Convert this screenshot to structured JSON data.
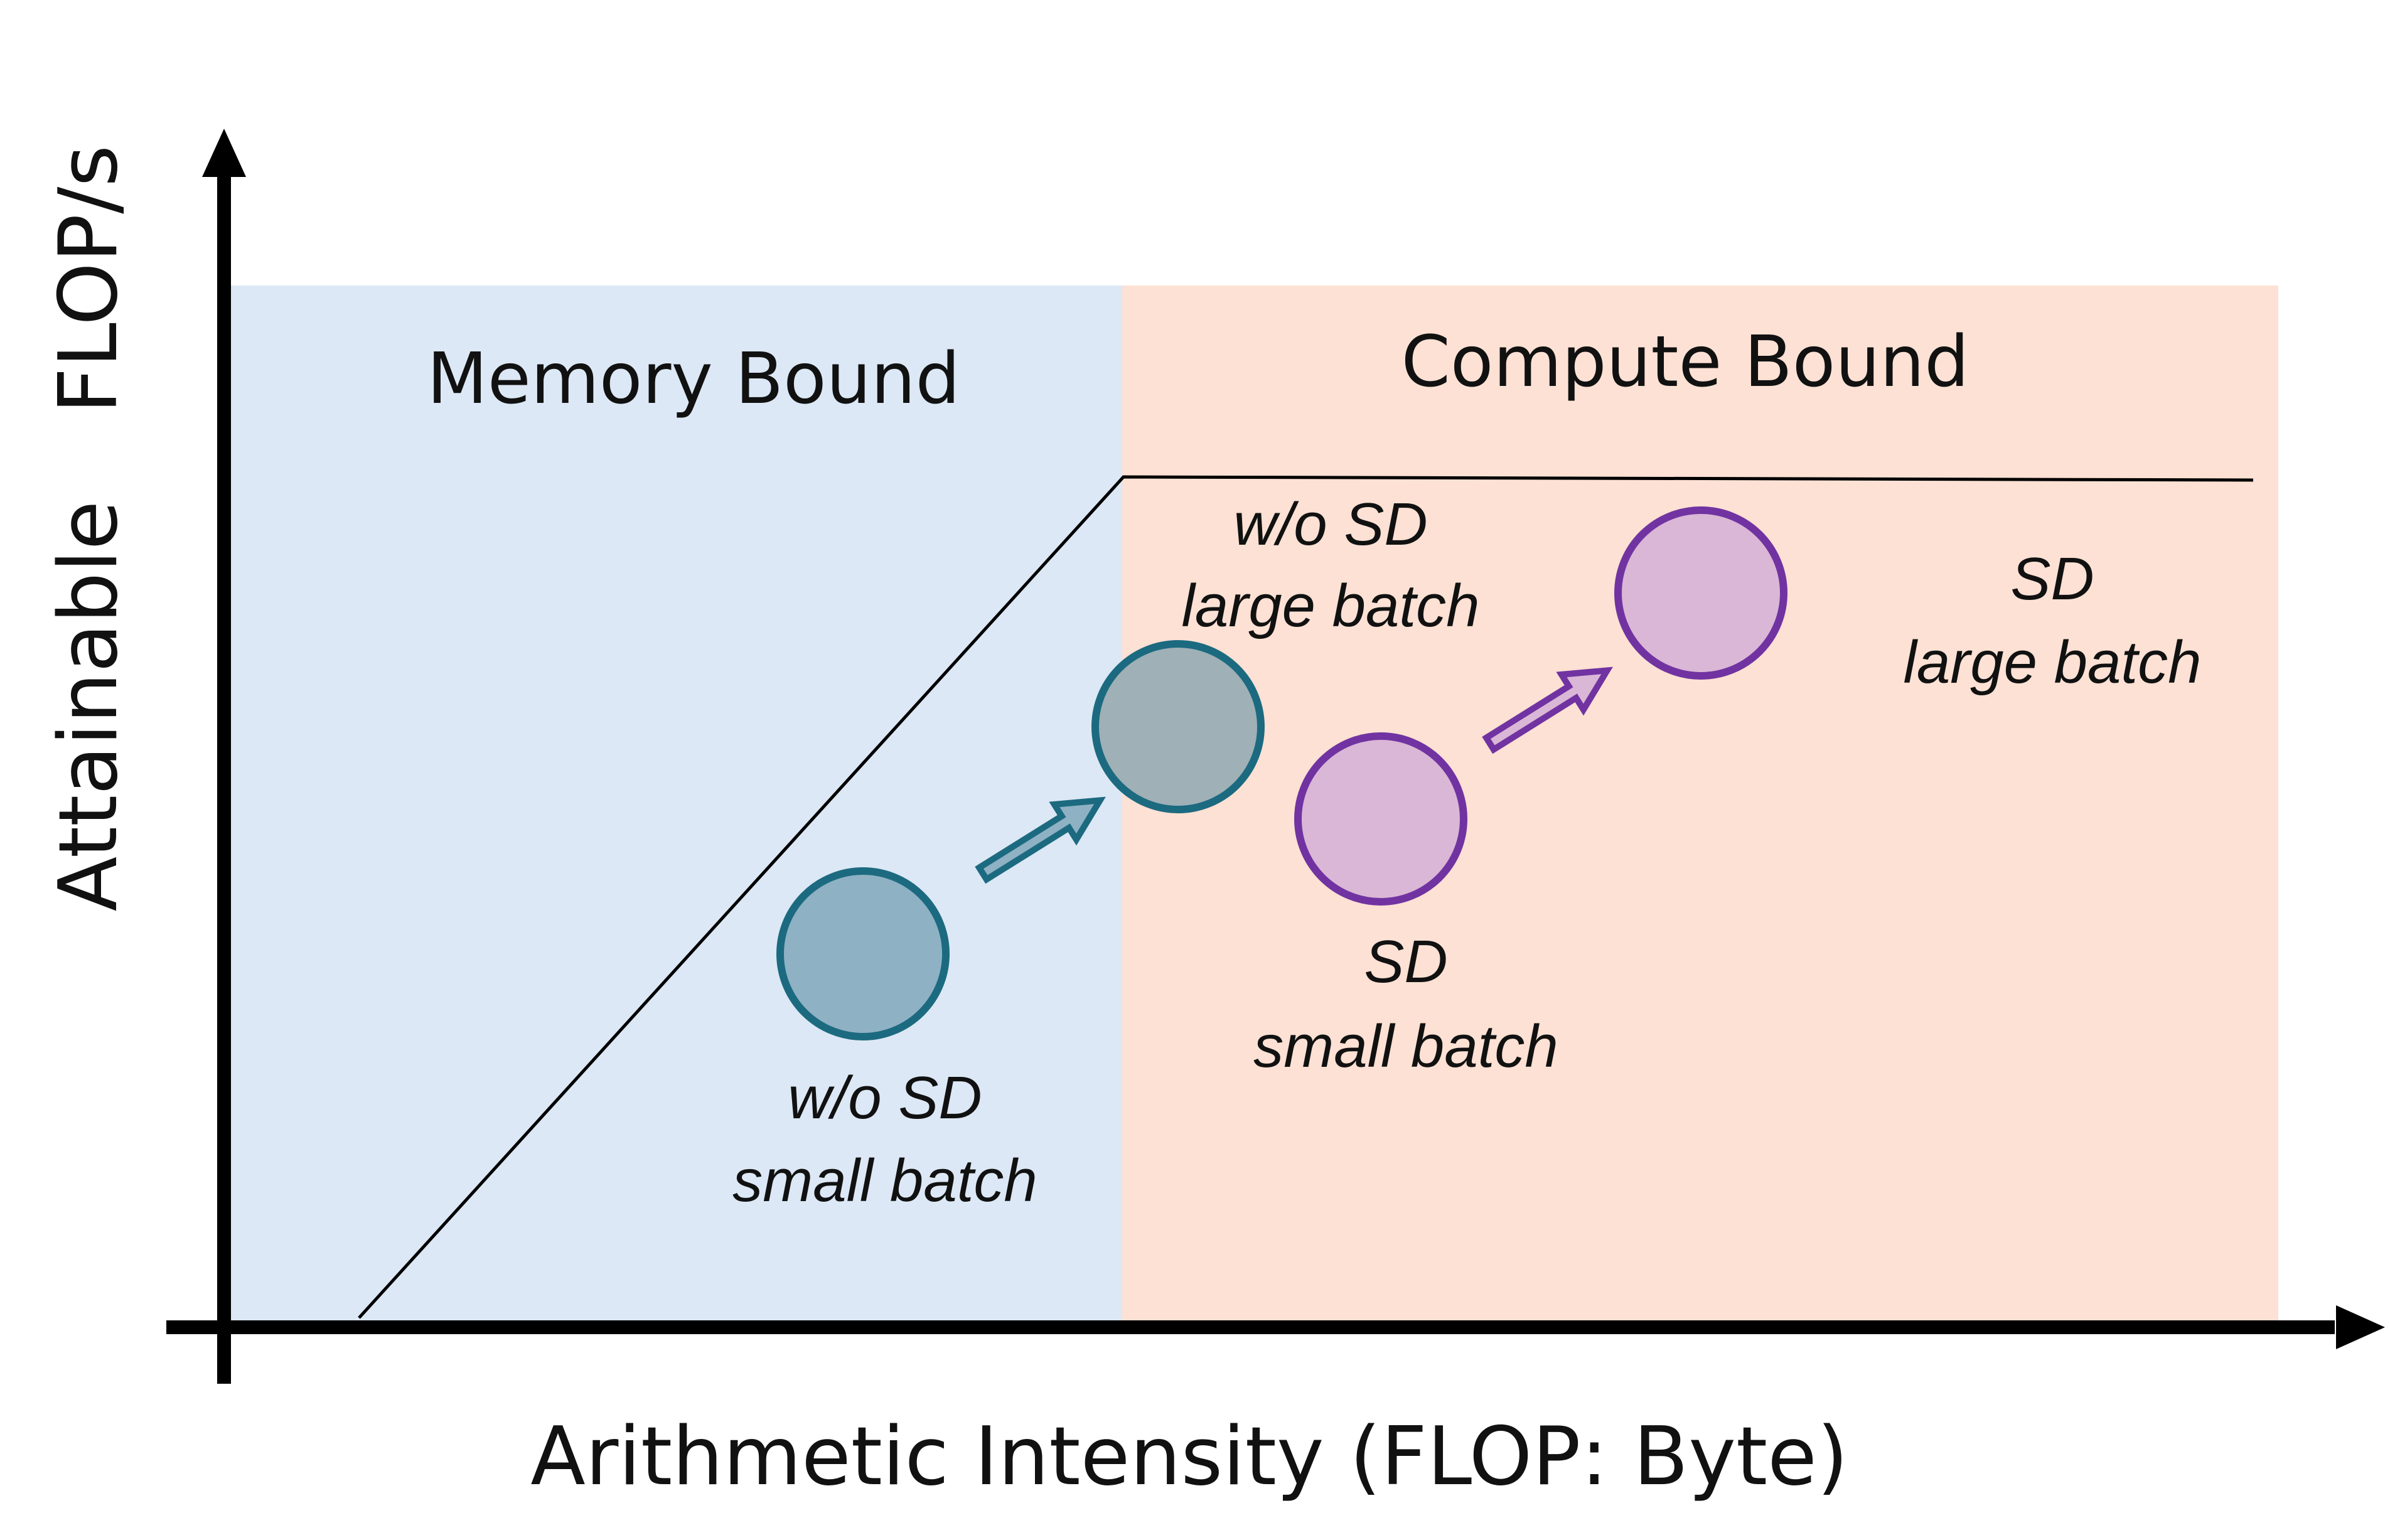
{
  "axes": {
    "x_title": "Arithmetic Intensity (FLOP: Byte)",
    "y_title_left": "Attainable",
    "y_title_right": "FLOP/s"
  },
  "regions": {
    "memory": {
      "title": "Memory Bound",
      "color": "#dce8f5"
    },
    "compute": {
      "title": "Compute Bound",
      "color": "#fce1d4"
    }
  },
  "points": {
    "wo_small": {
      "line1": "w/o SD",
      "line2": "small batch",
      "fill": "#8fb1c4",
      "stroke": "#1c6a80"
    },
    "wo_large": {
      "line1": "w/o SD",
      "line2": "large batch",
      "fill": "#9fb0b6",
      "stroke": "#1c6a80"
    },
    "sd_small": {
      "line1": "SD",
      "line2": "small batch",
      "fill": "#dab7d6",
      "stroke": "#7133a1"
    },
    "sd_large": {
      "line1": "SD",
      "line2": "large batch",
      "fill": "#dab7d6",
      "stroke": "#7133a1"
    }
  },
  "colors": {
    "axis": "#000000",
    "roofline": "#000000",
    "arrow_blue_fill": "#8fb1c4",
    "arrow_blue_stroke": "#1c6a80",
    "arrow_purple_fill": "#dab7d6",
    "arrow_purple_stroke": "#7133a1"
  }
}
